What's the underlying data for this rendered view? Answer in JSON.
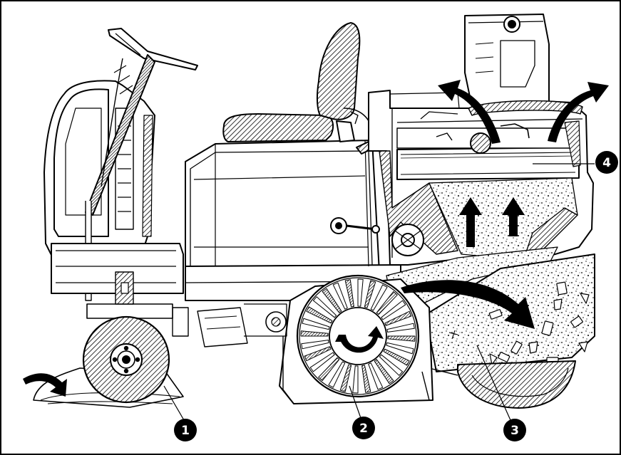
{
  "figure": {
    "background": "#ffffff",
    "ink": "#000000",
    "hatch_fill": "#6b6b6b",
    "debris_fill": "#ffffff",
    "callouts": [
      {
        "number": "1",
        "meaning": ""
      },
      {
        "number": "2",
        "meaning": ""
      },
      {
        "number": "3",
        "meaning": ""
      },
      {
        "number": "4",
        "meaning": ""
      }
    ],
    "icons": [
      "side-brush-icon",
      "main-brush-icon",
      "debris-hopper-icon",
      "filter-icon",
      "airflow-arrow-icon",
      "rotation-arrow-icon"
    ]
  }
}
